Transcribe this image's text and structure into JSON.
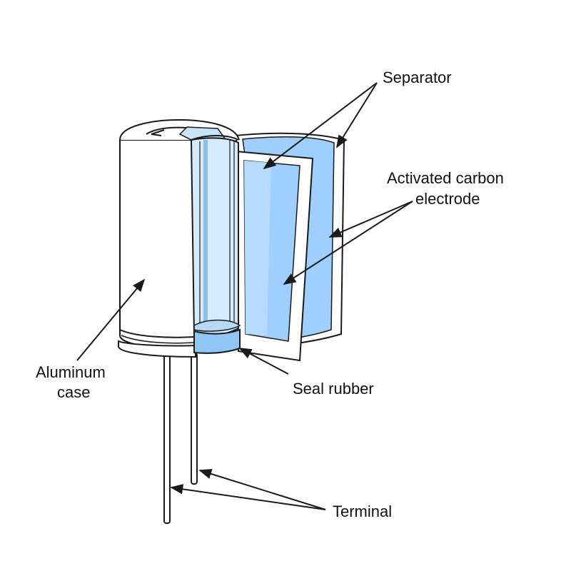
{
  "labels": {
    "separator": "Separator",
    "electrode_line1": "Activated carbon",
    "electrode_line2": "electrode",
    "aluminum_line1": "Aluminum",
    "aluminum_line2": "case",
    "seal": "Seal rubber",
    "terminal": "Terminal"
  },
  "colors": {
    "outline": "#1a1a1a",
    "separator_fill": "#ffffff",
    "electrode_fill": "#9ecfff",
    "electrode_light": "#c6e3ff",
    "inner_blue": "#d9ecfb",
    "seal_fill": "#8fc6f5",
    "case_fill": "#ffffff"
  }
}
